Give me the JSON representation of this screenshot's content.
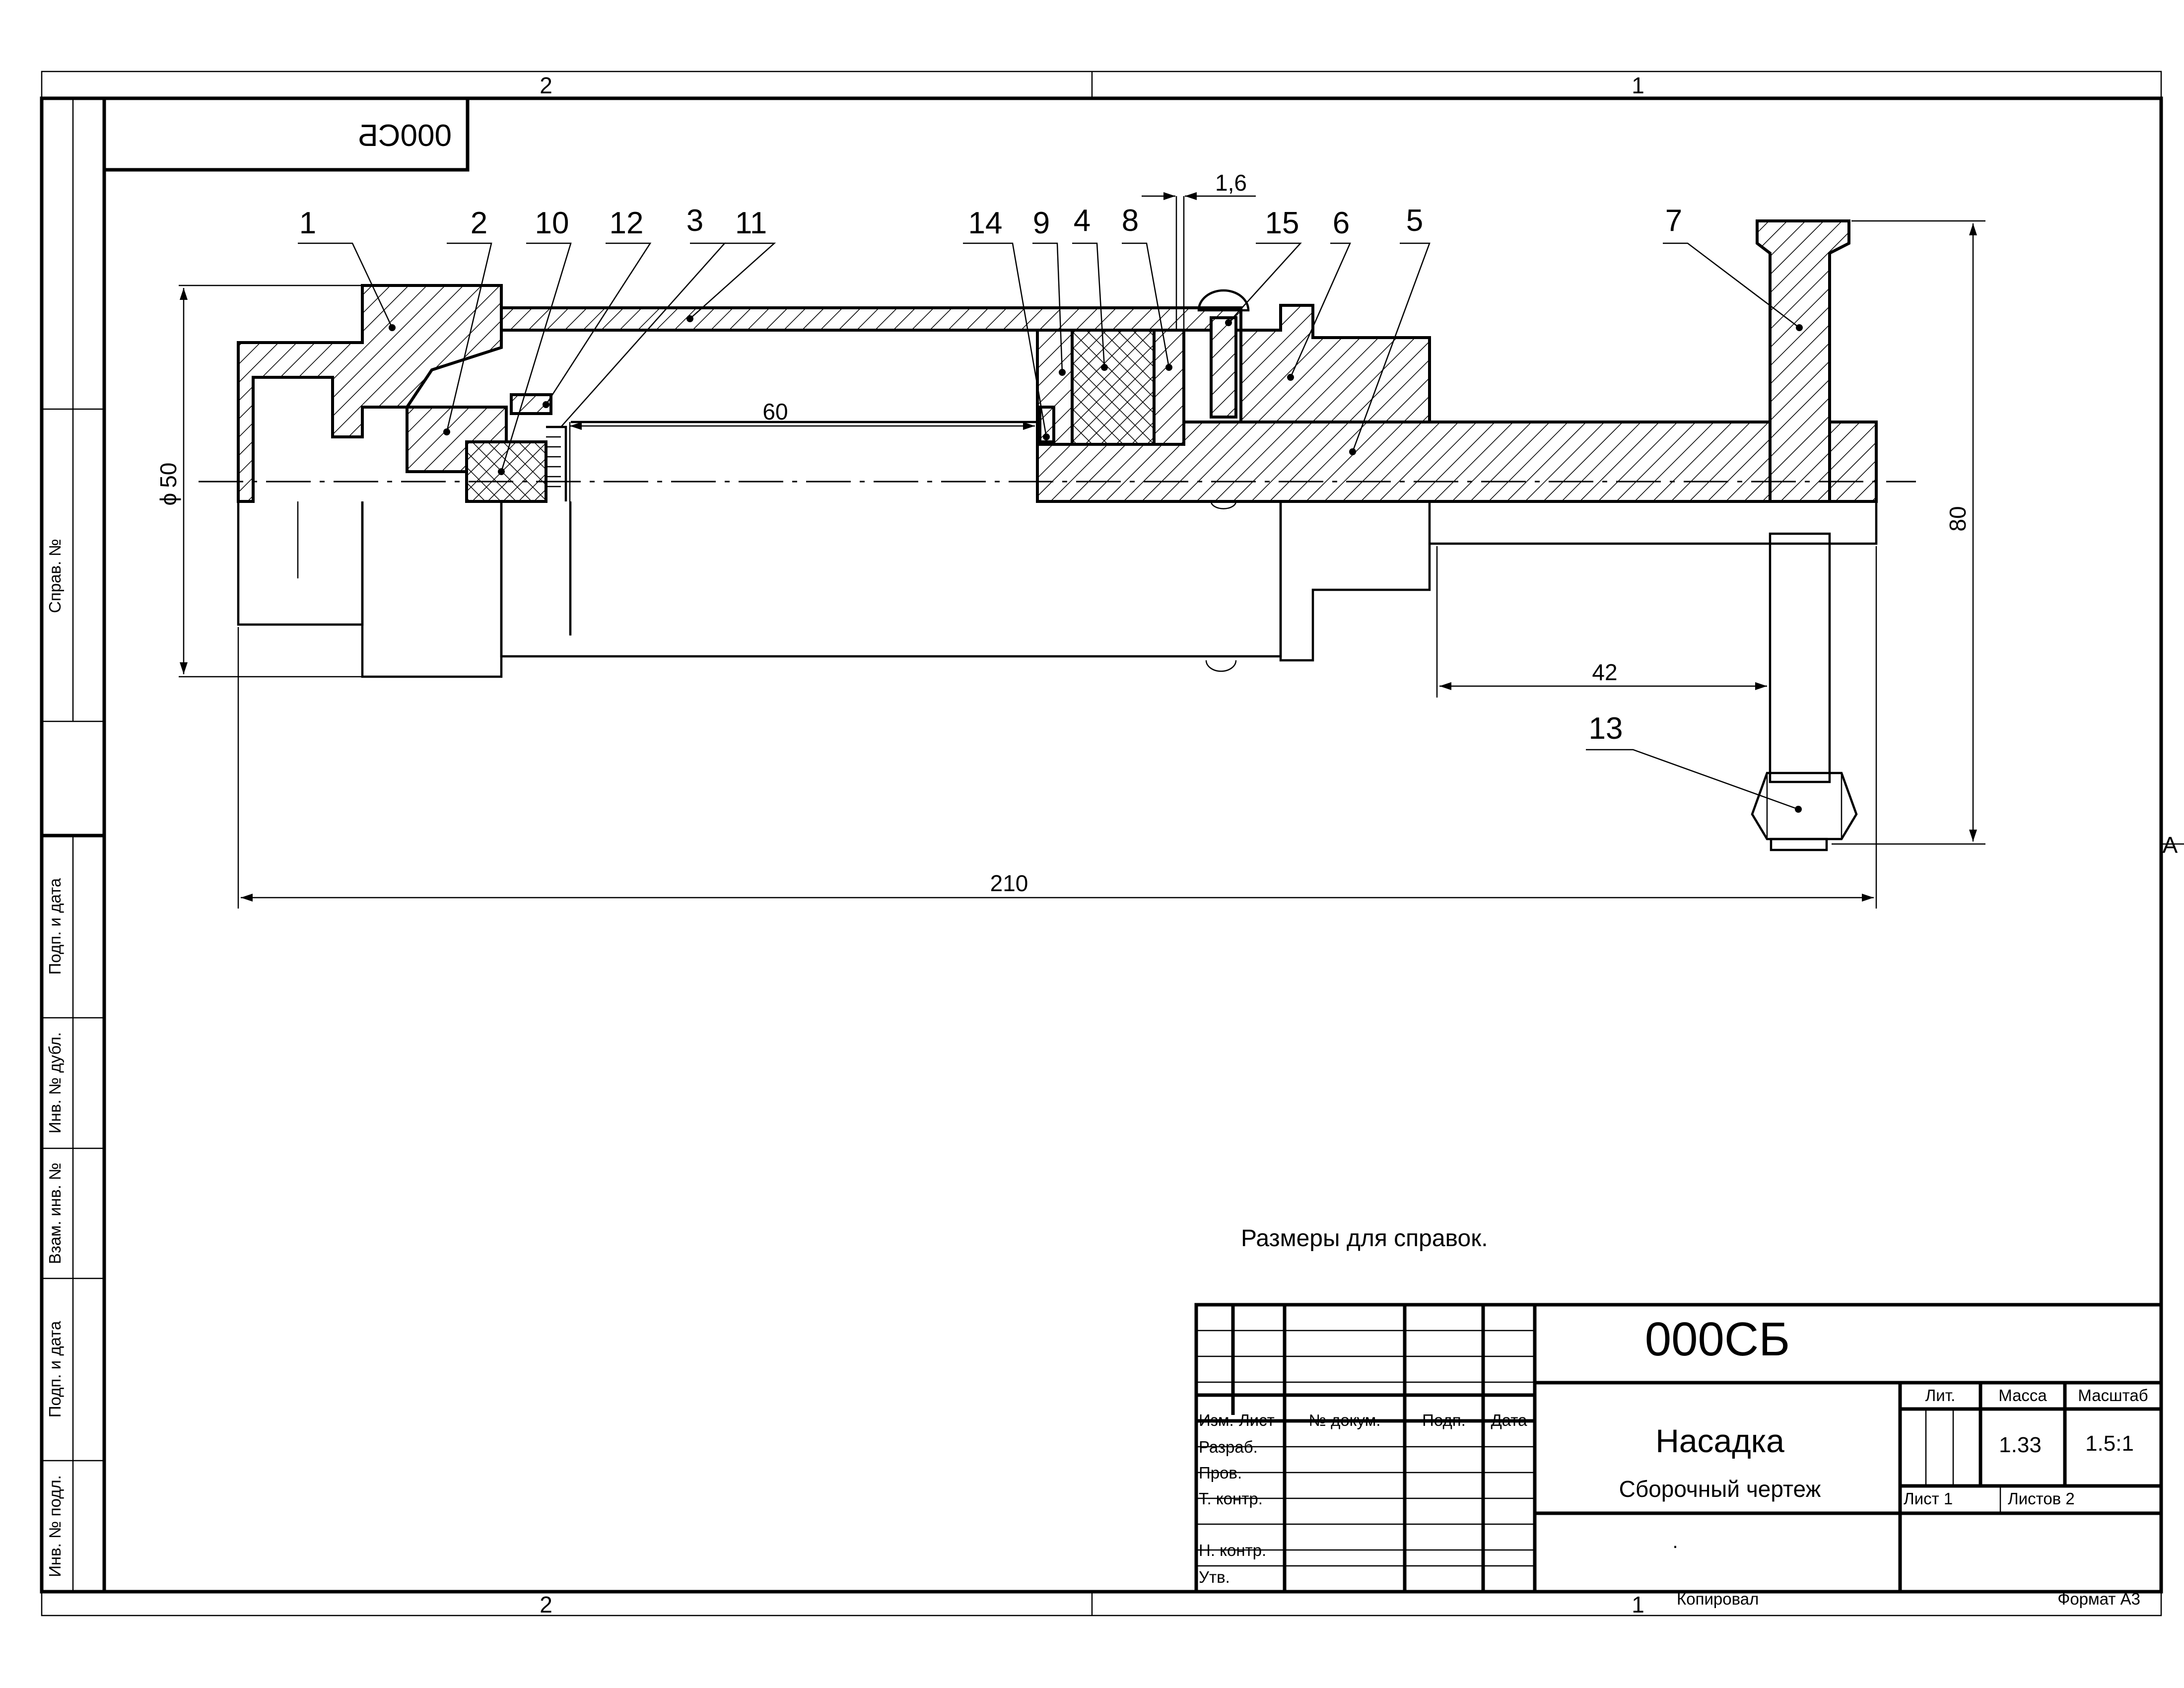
{
  "zone_markers": {
    "col_2": "2",
    "col_1": "1",
    "row_a": "A"
  },
  "mirrored_code": "000СБ",
  "part_labels": [
    "1",
    "2",
    "10",
    "12",
    "3",
    "11",
    "14",
    "9",
    "4",
    "8",
    "15",
    "6",
    "5",
    "7",
    "13"
  ],
  "dimensions": {
    "diameter_symbol": "ϕ",
    "diameter": "50",
    "length_60": "60",
    "gap": "1,6",
    "height_80": "80",
    "length_42": "42",
    "total_length": "210"
  },
  "note": "Размеры для справок.",
  "side_strip": {
    "sprav": "Справ. №",
    "podp_data_1": "Подп. и дата",
    "inv_dubl": "Инв. № дубл.",
    "vzam_inv": "Взам. инв. №",
    "podp_data_2": "Подп. и дата",
    "inv_podl": "Инв. № подл."
  },
  "title_block": {
    "code": "000СБ",
    "name": "Насадка",
    "doc_type": "Сборочный чертеж",
    "dot": ".",
    "col_izm": "Изм.",
    "col_list": "Лист",
    "col_docum": "№ докум.",
    "col_podp": "Подп.",
    "col_data": "Дата",
    "razrab": "Разраб.",
    "prov": "Пров.",
    "t_kontr": "Т. контр.",
    "n_kontr": "Н. контр.",
    "utv": "Утв.",
    "lit": "Лит.",
    "massa": "Масса",
    "masshtab": "Масштаб",
    "mass_value": "1.33",
    "scale_value": "1.5:1",
    "sheet": "Лист 1",
    "sheets": "Листов 2"
  },
  "footer": {
    "kopiroval": "Копировал",
    "format": "Формат А3"
  }
}
